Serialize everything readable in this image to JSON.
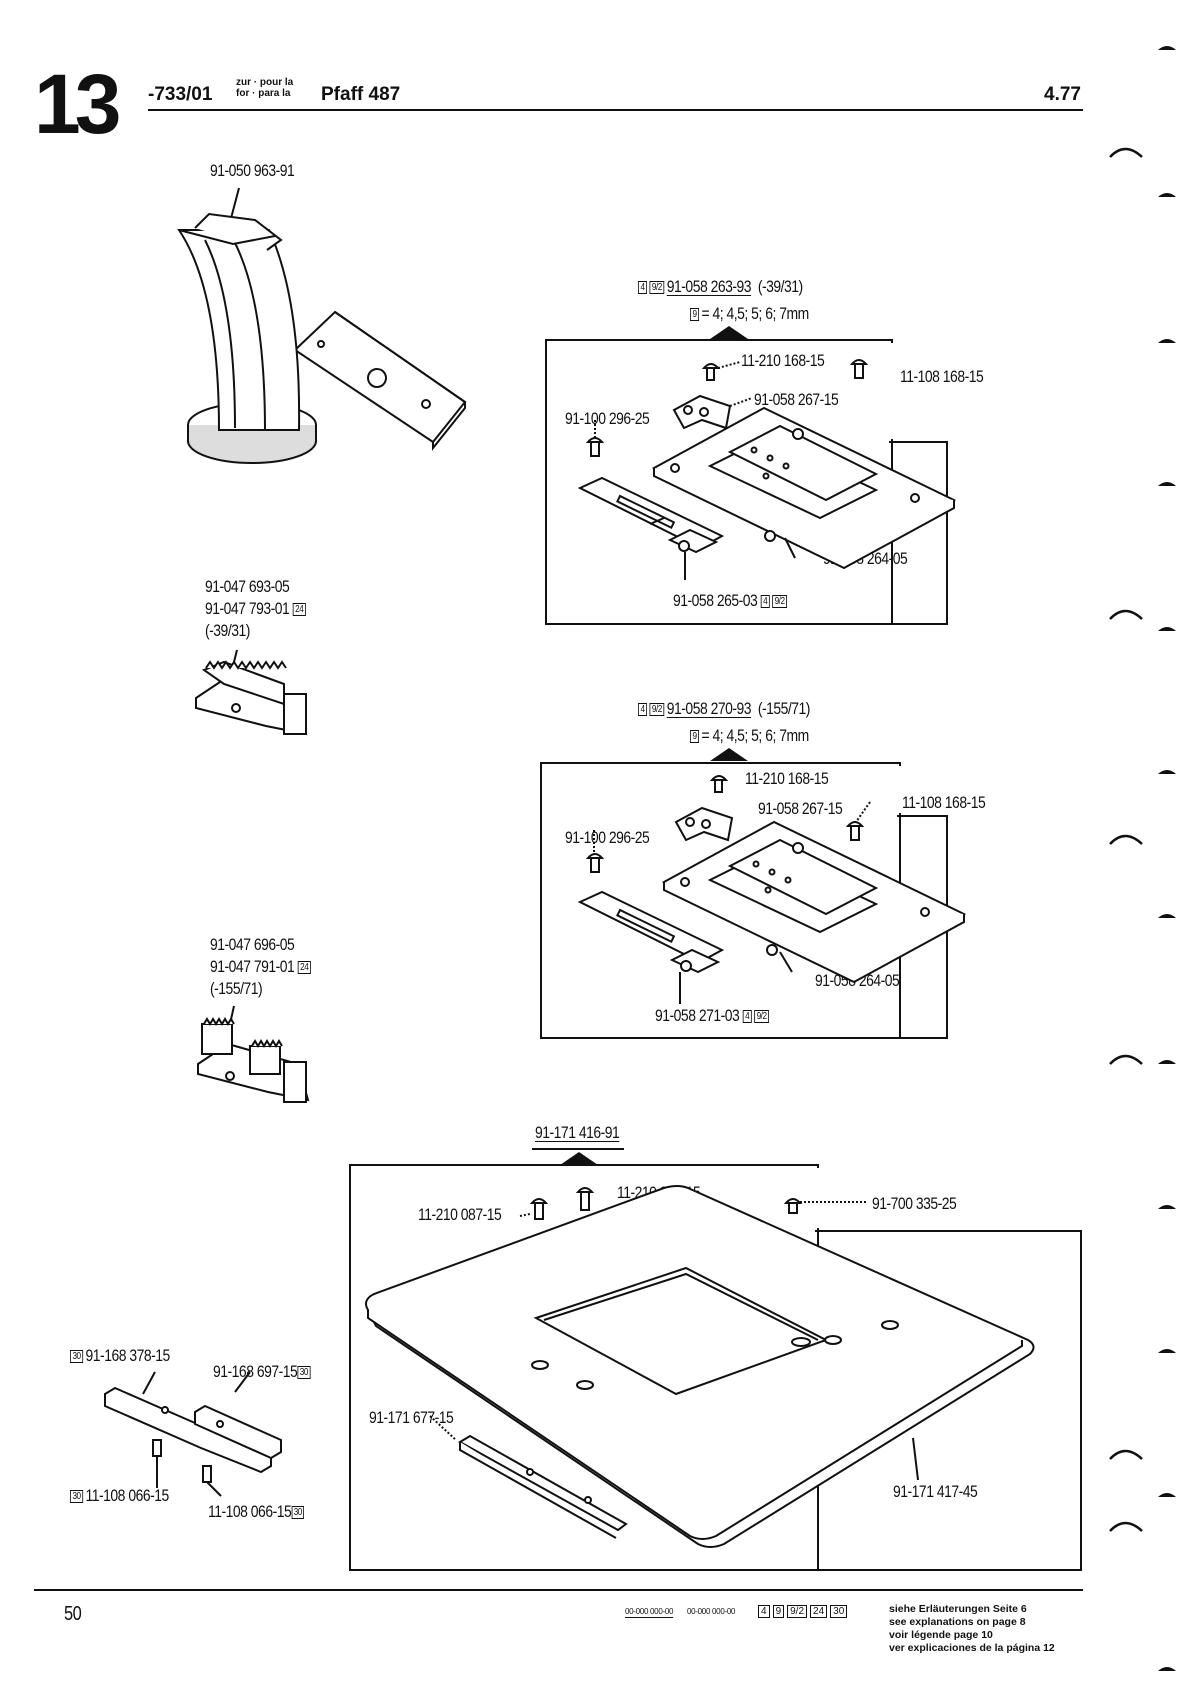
{
  "header": {
    "chapter": "13",
    "code": "-733/01",
    "zur_line1": "zur · pour la",
    "zur_line2": "for · para la",
    "machine": "Pfaff 487",
    "date": "4.77"
  },
  "parts": {
    "p1": "91-050 963-91",
    "p2a": "91-047 693-05",
    "p2b": "91-047 793-01",
    "p2b_badge": "24",
    "p2c": "(-39/31)",
    "p3a": "91-047 696-05",
    "p3b": "91-047 791-01",
    "p3b_badge": "24",
    "p3c": "(-155/71)",
    "p4": "91-168 378-15",
    "p4_badge": "30",
    "p5": "91-168 697-15",
    "p5_badge": "30",
    "p6": "11-108 066-15",
    "p6_badge": "30",
    "p7": "11-108 066-15",
    "p7_badge": "30"
  },
  "set1": {
    "badges": [
      "4",
      "9/2"
    ],
    "number": "91-058 263-93",
    "range": "(-39/31)",
    "size_badge": "9",
    "sizes": "= 4; 4,5; 5; 6; 7mm",
    "screw_top": "11-210 168-15",
    "clamp": "91-058 267-15",
    "screw_left": "91-100 296-25",
    "screw_right": "11-108 168-15",
    "plate": "91-058 264-05",
    "bottom": "91-058 265-03",
    "bottom_badges": [
      "4",
      "9/2"
    ]
  },
  "set2": {
    "badges": [
      "4",
      "9/2"
    ],
    "number": "91-058 270-93",
    "range": "(-155/71)",
    "size_badge": "9",
    "sizes": "= 4; 4,5; 5; 6; 7mm",
    "screw_top": "11-210 168-15",
    "clamp": "91-058 267-15",
    "screw_left": "91-100 296-25",
    "screw_right": "11-108 168-15",
    "plate": "91-058 264-05",
    "bottom": "91-058 271-03",
    "bottom_badges": [
      "4",
      "9/2"
    ]
  },
  "set3": {
    "number": "91-171 416-91",
    "screw_a": "11-210 087-15",
    "screw_b": "11-210 087-15",
    "screw_c": "91-700 335-25",
    "strip": "91-171 677-15",
    "plate": "91-171 417-45"
  },
  "footer": {
    "page": "50",
    "code_a": "00-000 000-00",
    "code_b": "00-000 000-00",
    "badges": [
      "4",
      "9",
      "9/2",
      "24",
      "30"
    ],
    "note1": "siehe Erläuterungen Seite 6",
    "note2": "see explanations on page 8",
    "note3": "voir légende page 10",
    "note4": "ver explicaciones de la página 12"
  }
}
